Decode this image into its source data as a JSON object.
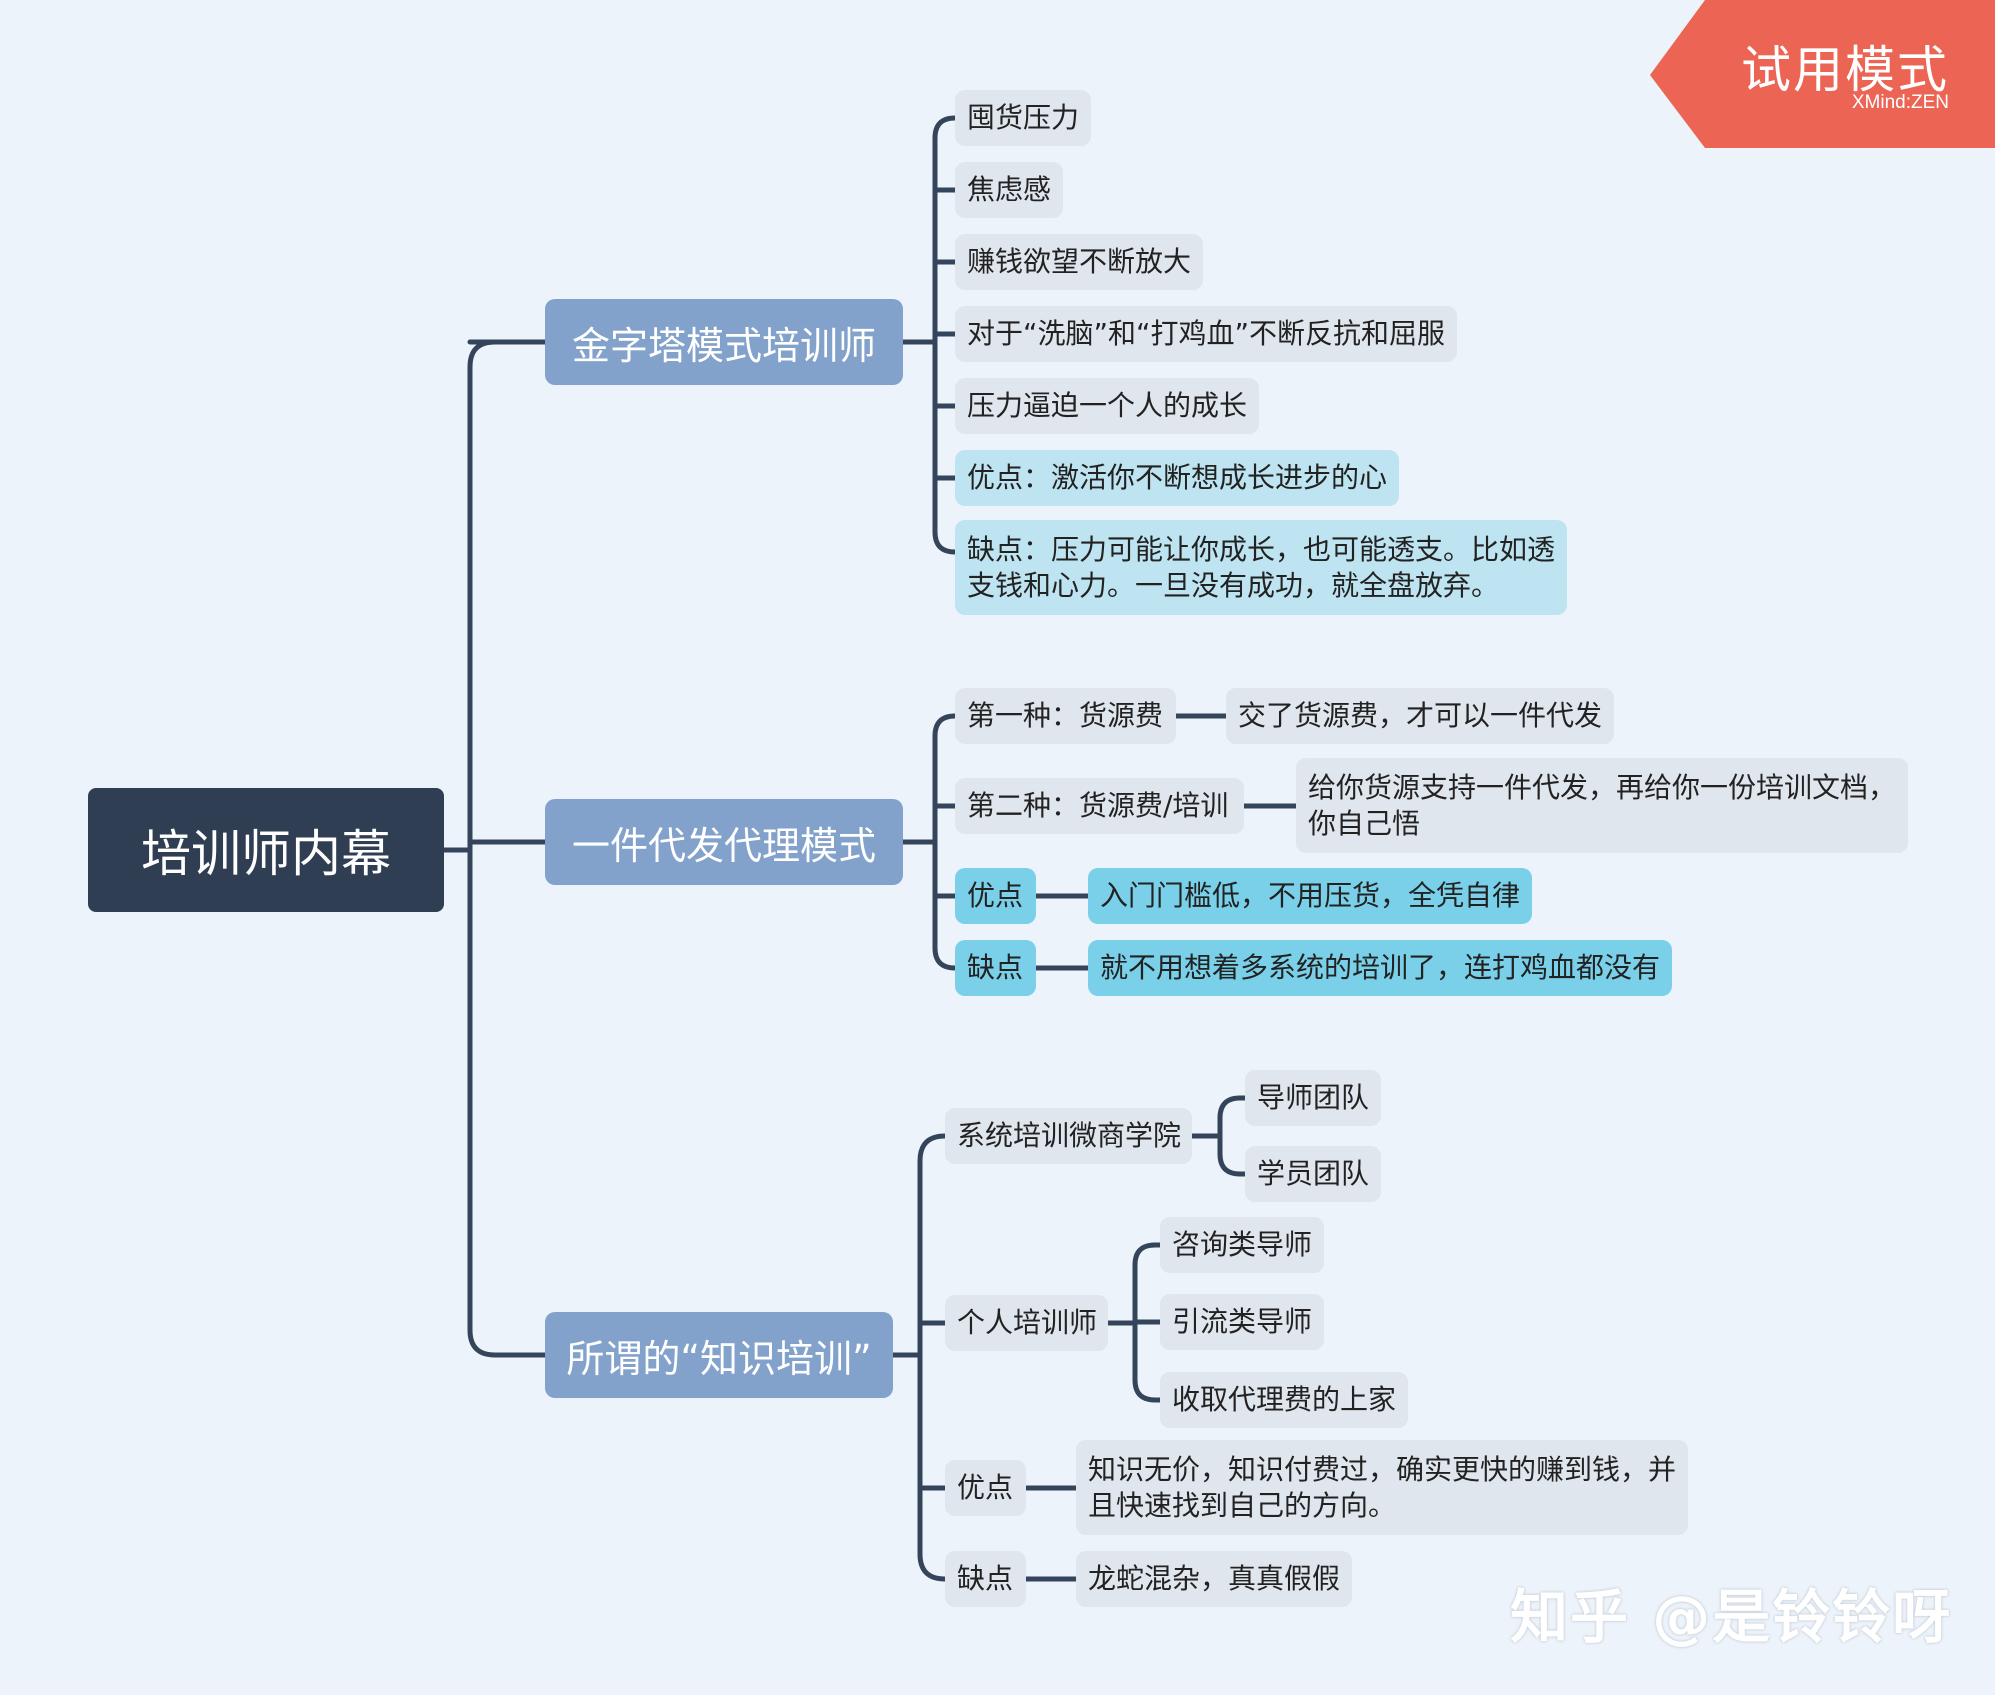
{
  "badge": {
    "title": "试用模式",
    "subtitle": "XMind:ZEN"
  },
  "watermark": "知乎 @是铃铃呀",
  "root": "培训师内幕",
  "branch1": {
    "label": "金字塔模式培训师",
    "items": [
      "囤货压力",
      "焦虑感",
      "赚钱欲望不断放大",
      "对于“洗脑”和“打鸡血”不断反抗和屈服",
      "压力逼迫一个人的成长",
      "优点：激活你不断想成长进步的心",
      "缺点：压力可能让你成长，也可能透支。比如透支钱和心力。一旦没有成功，就全盘放弃。"
    ]
  },
  "branch2": {
    "label": "一件代发代理模式",
    "items": [
      {
        "label": "第一种：货源费",
        "detail": "交了货源费，才可以一件代发"
      },
      {
        "label": "第二种：货源费/培训",
        "detail": "给你货源支持一件代发，再给你一份培训文档，你自己悟"
      },
      {
        "label": "优点",
        "detail": "入门门槛低，不用压货，全凭自律"
      },
      {
        "label": "缺点",
        "detail": "就不用想着多系统的培训了，连打鸡血都没有"
      }
    ]
  },
  "branch3": {
    "label": "所谓的“知识培训”",
    "academy": {
      "label": "系统培训微商学院",
      "children": [
        "导师团队",
        "学员团队"
      ]
    },
    "personal": {
      "label": "个人培训师",
      "children": [
        "咨询类导师",
        "引流类导师",
        "收取代理费的上家"
      ]
    },
    "pros": {
      "label": "优点",
      "detail": "知识无价，知识付费过，确实更快的赚到钱，并且快速找到自己的方向。"
    },
    "cons": {
      "label": "缺点",
      "detail": "龙蛇混杂，真真假假"
    }
  }
}
